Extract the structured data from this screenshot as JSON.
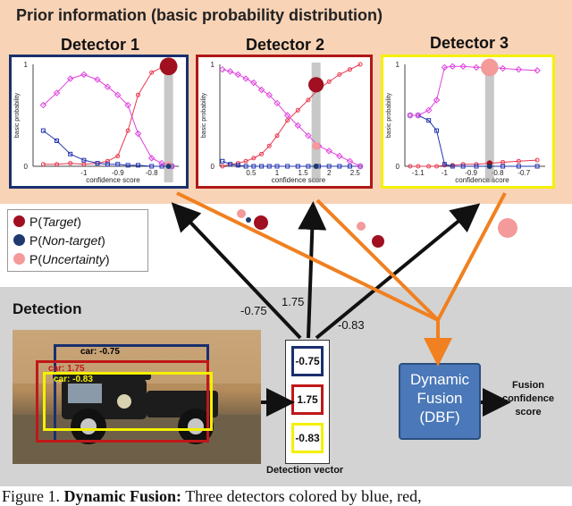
{
  "prior_title": "Prior information (basic probability distribution)",
  "detectors": [
    {
      "title": "Detector 1",
      "border": "#1a2f6e",
      "xticks": [
        "-1",
        "-0.9",
        "-0.8"
      ],
      "xlabel": "confidence score",
      "ylabel": "basic probability",
      "yticks": [
        "0",
        "1"
      ]
    },
    {
      "title": "Detector 2",
      "border": "#b01818",
      "xticks": [
        "0.5",
        "1",
        "1.5",
        "2",
        "2.5"
      ],
      "xlabel": "confidence score",
      "ylabel": "basic probability",
      "yticks": [
        "0",
        "1"
      ]
    },
    {
      "title": "Detector 3",
      "border": "#f5f000",
      "xticks": [
        "-1.1",
        "-1",
        "-0.9",
        "-0.8",
        "-0.7"
      ],
      "xlabel": "confidence score",
      "ylabel": "basic probability",
      "yticks": [
        "0",
        "1"
      ]
    }
  ],
  "legend": {
    "target": {
      "prefix": "P(",
      "italic": "Target",
      "suffix": ")",
      "color": "#a01020"
    },
    "non_target": {
      "prefix": "P(",
      "italic": "Non-target",
      "suffix": ")",
      "color": "#1e3a6e"
    },
    "uncertainty": {
      "prefix": "P(",
      "italic": "Uncertainty",
      "suffix": ")",
      "color": "#f49a9a"
    }
  },
  "detection_title": "Detection",
  "boxes": [
    {
      "label": "car: -0.75",
      "color": "#1a2f6e",
      "label_color": "#1a2f6e"
    },
    {
      "label": "car: 1.75",
      "color": "#c01818",
      "label_color": "#c01818"
    },
    {
      "label": "car: -0.83",
      "color": "#f5f000",
      "label_color": "#f5f000"
    }
  ],
  "vector": {
    "values": [
      "-0.75",
      "1.75",
      "-0.83"
    ],
    "label": "Detection vector"
  },
  "arrow_scores": {
    "a": "-0.75",
    "b": "1.75",
    "c": "-0.83"
  },
  "dbf": {
    "line1": "Dynamic",
    "line2": "Fusion",
    "line3": "(DBF)"
  },
  "fusion_label": {
    "line1": "Fusion",
    "line2": "confidence",
    "line3": "score"
  },
  "caption": {
    "prefix": "Figure 1. ",
    "bold": "Dynamic Fusion:",
    "rest": " Three detectors colored by blue, red,"
  },
  "chart_data": [
    {
      "type": "line",
      "title": "Detector 1",
      "xlabel": "confidence score",
      "ylabel": "basic probability",
      "xlim": [
        -1.15,
        -0.72
      ],
      "ylim": [
        0,
        1
      ],
      "highlight_x": -0.75,
      "highlight_values": {
        "target": 0.98,
        "non_target": 0.0,
        "uncertainty": 0.02
      },
      "series": [
        {
          "name": "Target",
          "color": "#e8384f",
          "x": [
            -1.12,
            -1.08,
            -1.04,
            -1.0,
            -0.96,
            -0.93,
            -0.9,
            -0.87,
            -0.84,
            -0.8,
            -0.77,
            -0.74
          ],
          "values": [
            0.02,
            0.02,
            0.03,
            0.02,
            0.03,
            0.05,
            0.1,
            0.35,
            0.7,
            0.92,
            0.97,
            1.0
          ]
        },
        {
          "name": "Non-target",
          "color": "#2336b0",
          "x": [
            -1.12,
            -1.08,
            -1.04,
            -1.0,
            -0.96,
            -0.93,
            -0.9,
            -0.87,
            -0.84,
            -0.8,
            -0.77,
            -0.74
          ],
          "values": [
            0.35,
            0.25,
            0.12,
            0.06,
            0.03,
            0.02,
            0.02,
            0.01,
            0.01,
            0.0,
            0.0,
            0.0
          ]
        },
        {
          "name": "Uncertainty",
          "color": "#e040e0",
          "x": [
            -1.12,
            -1.08,
            -1.04,
            -1.0,
            -0.96,
            -0.93,
            -0.9,
            -0.87,
            -0.84,
            -0.8,
            -0.77,
            -0.74
          ],
          "values": [
            0.6,
            0.72,
            0.86,
            0.9,
            0.85,
            0.78,
            0.7,
            0.6,
            0.32,
            0.08,
            0.03,
            0.0
          ]
        }
      ]
    },
    {
      "type": "line",
      "title": "Detector 2",
      "xlabel": "confidence score",
      "ylabel": "basic probability",
      "xlim": [
        -0.1,
        2.65
      ],
      "ylim": [
        0,
        1
      ],
      "highlight_x": 1.75,
      "highlight_values": {
        "target": 0.8,
        "non_target": 0.0,
        "uncertainty": 0.2
      },
      "series": [
        {
          "name": "Target",
          "color": "#e8384f",
          "x": [
            -0.05,
            0.1,
            0.25,
            0.4,
            0.55,
            0.7,
            0.85,
            1.0,
            1.2,
            1.4,
            1.6,
            1.8,
            2.0,
            2.2,
            2.4,
            2.6
          ],
          "values": [
            0.0,
            0.02,
            0.03,
            0.05,
            0.08,
            0.12,
            0.2,
            0.3,
            0.45,
            0.55,
            0.65,
            0.76,
            0.83,
            0.9,
            0.95,
            1.0
          ]
        },
        {
          "name": "Non-target",
          "color": "#2336b0",
          "x": [
            -0.05,
            0.1,
            0.25,
            0.4,
            0.55,
            0.7,
            0.85,
            1.0,
            1.2,
            1.4,
            1.6,
            1.8,
            2.0,
            2.2,
            2.4,
            2.6
          ],
          "values": [
            0.05,
            0.02,
            0.01,
            0.0,
            0.0,
            0.0,
            0.0,
            0.0,
            0.0,
            0.0,
            0.0,
            0.0,
            0.0,
            0.0,
            0.0,
            0.0
          ]
        },
        {
          "name": "Uncertainty",
          "color": "#e040e0",
          "x": [
            -0.05,
            0.1,
            0.25,
            0.4,
            0.55,
            0.7,
            0.85,
            1.0,
            1.2,
            1.4,
            1.6,
            1.8,
            2.0,
            2.2,
            2.4,
            2.6
          ],
          "values": [
            0.95,
            0.93,
            0.9,
            0.86,
            0.82,
            0.75,
            0.7,
            0.62,
            0.5,
            0.4,
            0.3,
            0.2,
            0.15,
            0.1,
            0.05,
            0.0
          ]
        }
      ]
    },
    {
      "type": "line",
      "title": "Detector 3",
      "xlabel": "confidence score",
      "ylabel": "basic probability",
      "xlim": [
        -1.15,
        -0.62
      ],
      "ylim": [
        0,
        1
      ],
      "highlight_x": -0.83,
      "highlight_values": {
        "target": 0.03,
        "non_target": 0.0,
        "uncertainty": 0.97
      },
      "series": [
        {
          "name": "Target",
          "color": "#e8384f",
          "x": [
            -1.13,
            -1.1,
            -1.06,
            -1.03,
            -1.0,
            -0.97,
            -0.93,
            -0.88,
            -0.83,
            -0.78,
            -0.72,
            -0.65
          ],
          "values": [
            0.0,
            0.0,
            0.0,
            0.0,
            0.01,
            0.01,
            0.02,
            0.02,
            0.03,
            0.04,
            0.05,
            0.06
          ]
        },
        {
          "name": "Non-target",
          "color": "#2336b0",
          "x": [
            -1.13,
            -1.1,
            -1.06,
            -1.03,
            -1.0,
            -0.97,
            -0.93,
            -0.88,
            -0.83,
            -0.78,
            -0.72,
            -0.65
          ],
          "values": [
            0.5,
            0.5,
            0.45,
            0.35,
            0.02,
            0.0,
            0.0,
            0.0,
            0.0,
            0.0,
            0.0,
            0.0
          ]
        },
        {
          "name": "Uncertainty",
          "color": "#e040e0",
          "x": [
            -1.13,
            -1.1,
            -1.06,
            -1.03,
            -1.0,
            -0.97,
            -0.93,
            -0.88,
            -0.83,
            -0.78,
            -0.72,
            -0.65
          ],
          "values": [
            0.5,
            0.5,
            0.55,
            0.65,
            0.97,
            0.98,
            0.98,
            0.97,
            0.97,
            0.96,
            0.95,
            0.94
          ]
        }
      ]
    }
  ]
}
